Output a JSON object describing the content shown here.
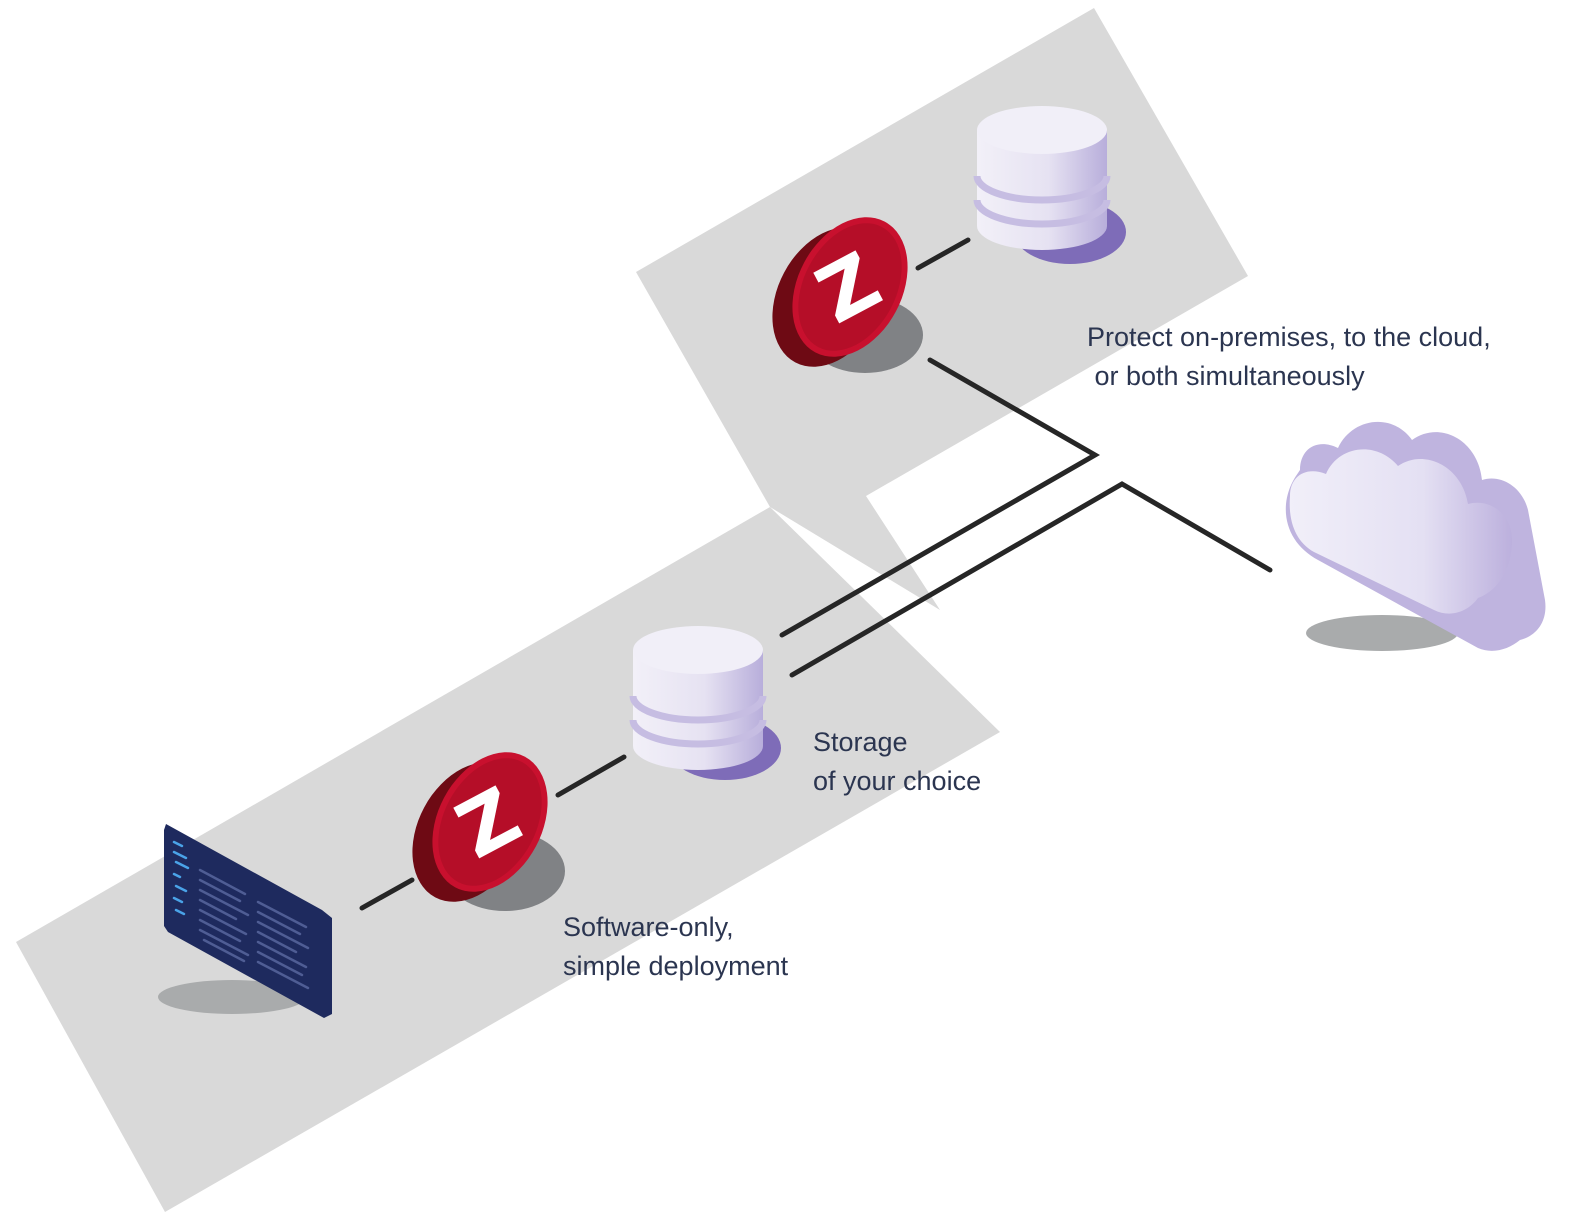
{
  "labels": {
    "cloud": {
      "line1": "Protect on-premises, to the cloud,",
      "line2": " or both simultaneously"
    },
    "storage": {
      "line1": "Storage",
      "line2": "of your choice"
    },
    "software": {
      "line1": "Software-only,",
      "line2": "simple deployment"
    }
  },
  "logo_mark": "Z",
  "colors": {
    "platform": "#d8d8d8",
    "zerto_red": "#c8102e",
    "zerto_dark": "#7a0a14",
    "storage_light": "#ebe8f4",
    "storage_purple": "#8d7fc0",
    "cloud_light": "#eceaf6",
    "cloud_purple": "#b8acd8",
    "screen_navy": "#1e2a5e",
    "text": "#2b3550"
  }
}
